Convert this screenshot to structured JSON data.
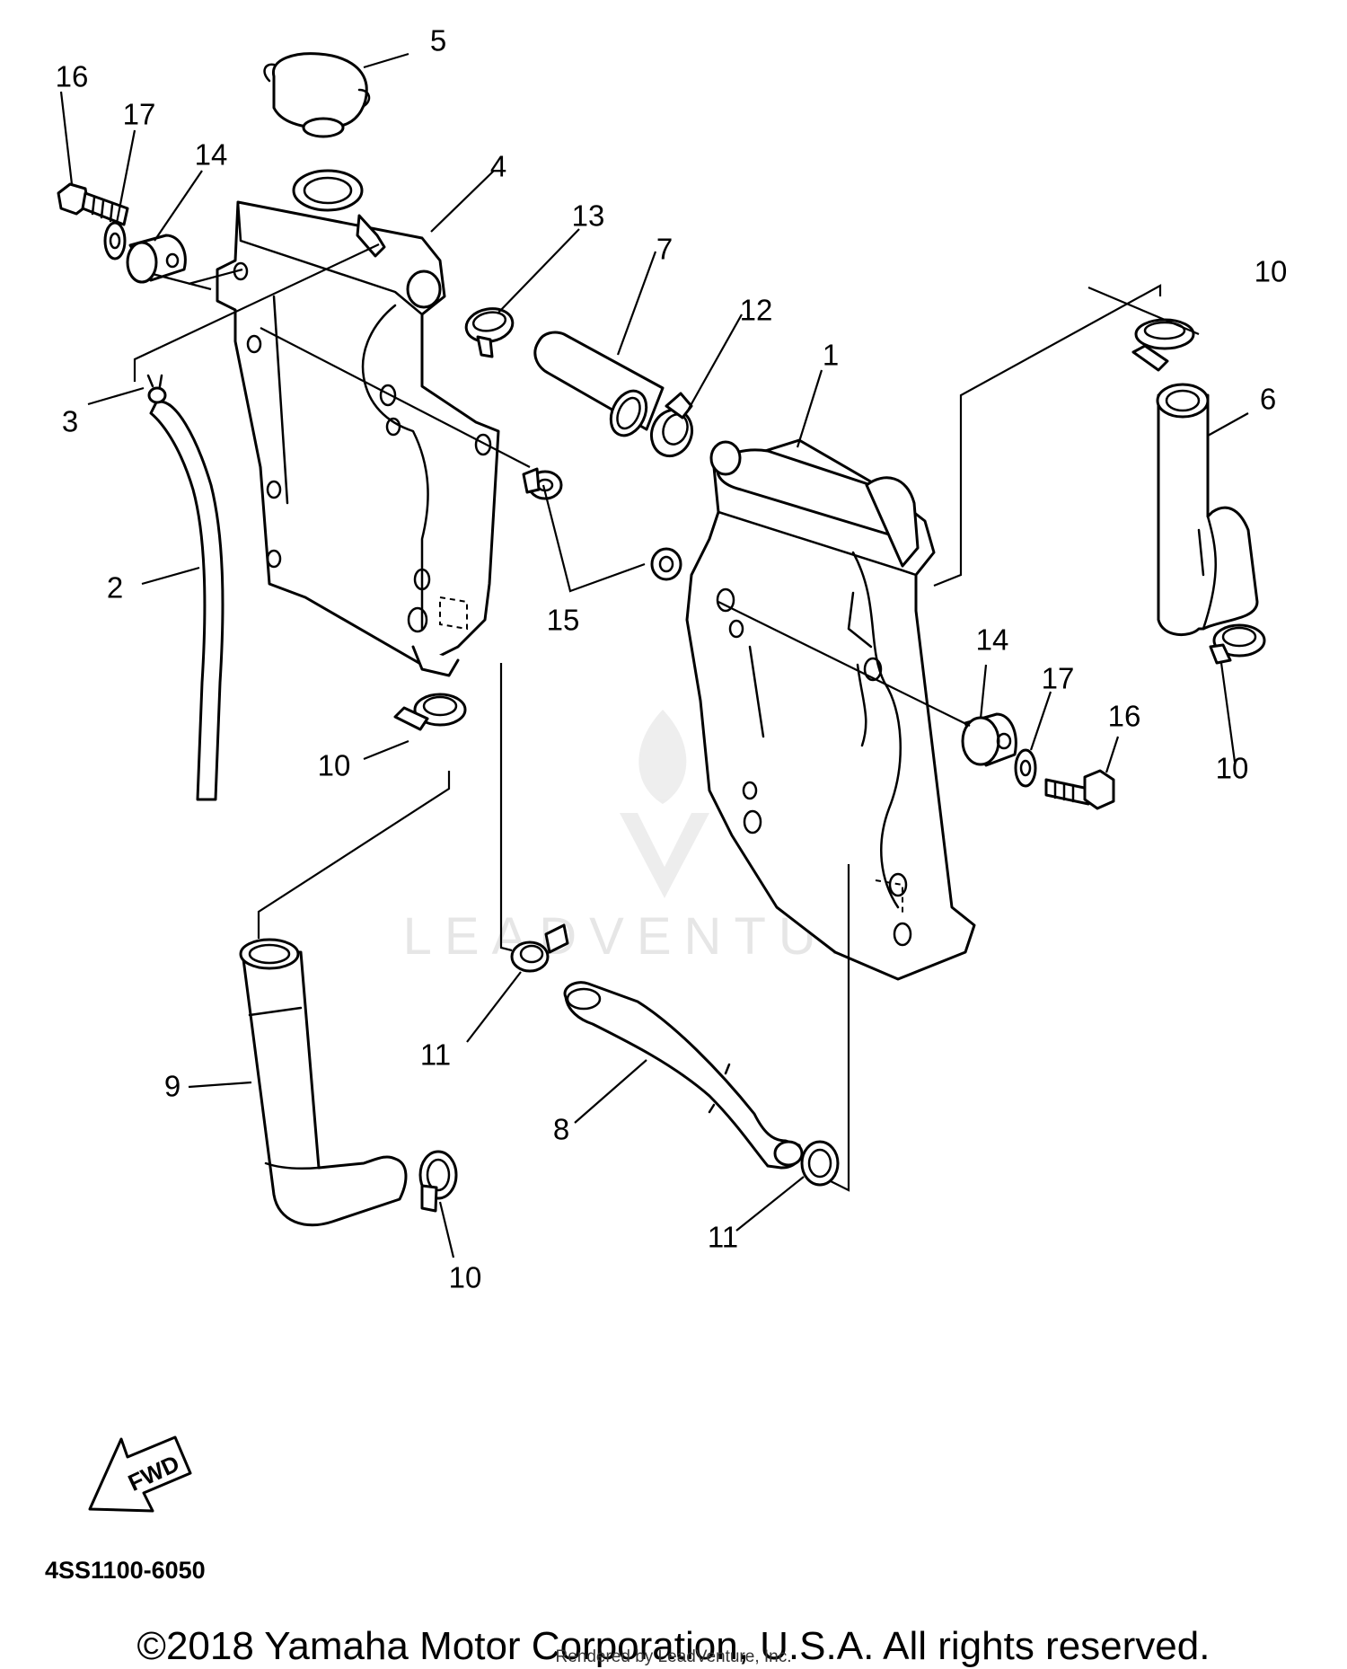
{
  "diagram": {
    "callouts": [
      {
        "id": "c-1",
        "label": "1"
      },
      {
        "id": "c-2",
        "label": "2"
      },
      {
        "id": "c-3",
        "label": "3"
      },
      {
        "id": "c-4",
        "label": "4"
      },
      {
        "id": "c-5",
        "label": "5"
      },
      {
        "id": "c-6",
        "label": "6"
      },
      {
        "id": "c-7",
        "label": "7"
      },
      {
        "id": "c-8",
        "label": "8"
      },
      {
        "id": "c-9",
        "label": "9"
      },
      {
        "id": "c-10a",
        "label": "10"
      },
      {
        "id": "c-10b",
        "label": "10"
      },
      {
        "id": "c-10c",
        "label": "10"
      },
      {
        "id": "c-10d",
        "label": "10"
      },
      {
        "id": "c-11a",
        "label": "11"
      },
      {
        "id": "c-11b",
        "label": "11"
      },
      {
        "id": "c-12",
        "label": "12"
      },
      {
        "id": "c-13",
        "label": "13"
      },
      {
        "id": "c-14a",
        "label": "14"
      },
      {
        "id": "c-14b",
        "label": "14"
      },
      {
        "id": "c-15",
        "label": "15"
      },
      {
        "id": "c-16a",
        "label": "16"
      },
      {
        "id": "c-16b",
        "label": "16"
      },
      {
        "id": "c-17a",
        "label": "17"
      },
      {
        "id": "c-17b",
        "label": "17"
      }
    ],
    "fwd_label": "FWD",
    "diagram_code": "4SS1100-6050",
    "watermark": "LEADVENTURE"
  },
  "footer": {
    "copyright": "©2018 Yamaha Motor Corporation, U.S.A. All rights reserved.",
    "rendered_by": "Rendered by LeadVenture, Inc."
  }
}
